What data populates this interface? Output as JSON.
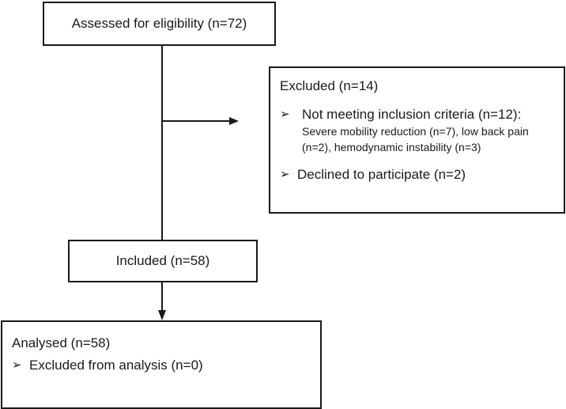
{
  "boxes": {
    "assessed": {
      "label": "Assessed for eligibility (n=72)"
    },
    "excluded": {
      "heading": "Excluded (n=14)",
      "items": [
        {
          "bullet": "➢",
          "label": "Not meeting inclusion criteria (n=12):",
          "detail": "Severe mobility reduction (n=7), low back pain (n=2), hemodynamic instability (n=3)"
        },
        {
          "bullet": "➢",
          "label": "Declined to participate (n=2)"
        }
      ]
    },
    "included": {
      "label": "Included (n=58)"
    },
    "analysed": {
      "heading": "Analysed (n=58)",
      "items": [
        {
          "bullet": "➢",
          "label": "Excluded from analysis (n=0)"
        }
      ]
    }
  }
}
